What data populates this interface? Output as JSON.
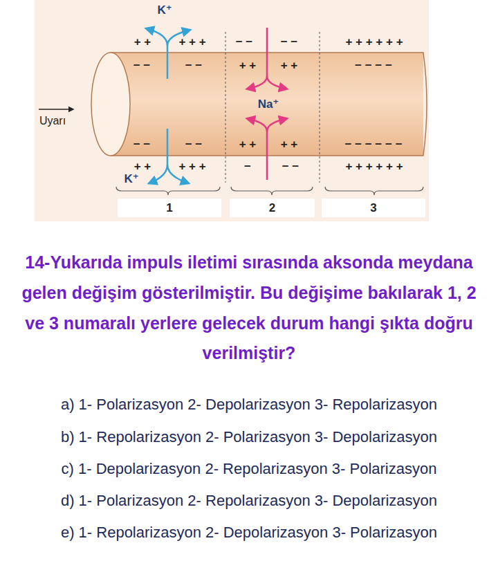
{
  "diagram": {
    "nodes": [
      {
        "text": [
          "1"
        ]
      },
      {
        "text": [
          "2"
        ]
      },
      {
        "text": [
          "3"
        ]
      }
    ],
    "labels": [
      "K⁺",
      "+ +",
      "+ + +",
      "− −",
      "− −",
      "+ + + + + +",
      "− −",
      "− −",
      "+ +",
      "+ +",
      "− − − −",
      "Na⁺",
      "Uyarı",
      "− −",
      "− −",
      "+ +",
      "+ +",
      "− − − − − −",
      "+ +",
      "+ + +",
      "−",
      "− −",
      "+ + + + + +",
      "K⁺",
      "14-Yukarıda impuls iletimi sırasında aksonda meydana gelen değişim gösterilmiştir. Bu değişime bakılarak 1, 2 ve 3 numaralı yerlere gelecek durum hangi şıkta doğru verilmiştir?",
      "a) 1- Polarizasyon 2- Depolarizasyon 3- Repolarizasyon",
      "b) 1- Repolarizasyon 2- Polarizasyon 3- Depolarizasyon",
      "c) 1- Depolarizasyon 2- Repolarizasyon 3- Polarizasyon",
      "d) 1- Polarizasyon 2- Repolarizasyon 3- Depolarizasyon",
      "e) 1- Repolarizasyon 2- Depolarizasyon 3- Polarizasyon"
    ]
  }
}
